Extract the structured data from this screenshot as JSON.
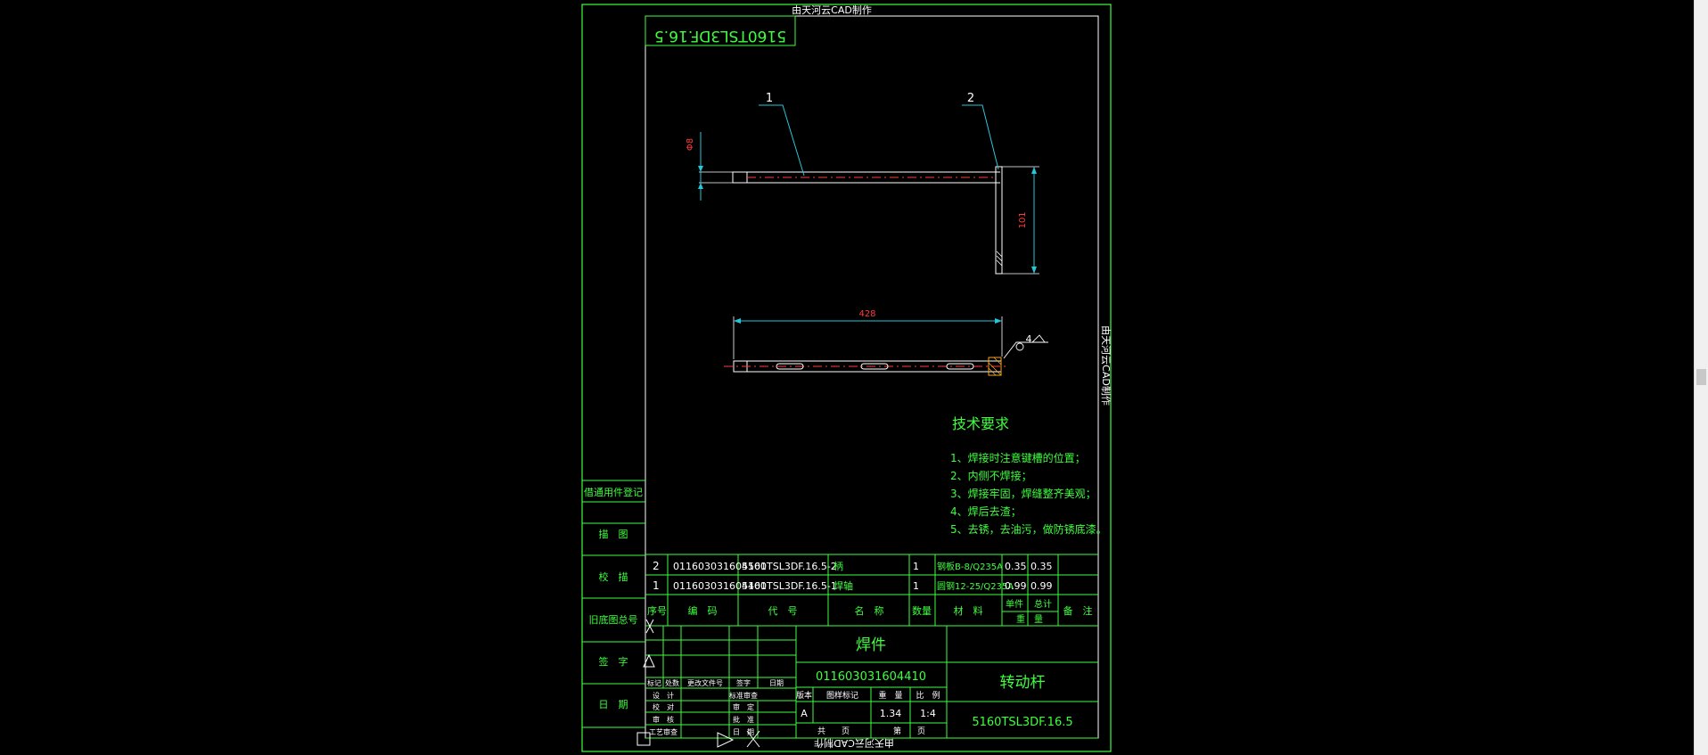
{
  "watermark": {
    "text": "由天河云CAD制作"
  },
  "drawing_code_mirrored": "5160TSL3DF.16.5",
  "leaders": [
    "1",
    "2"
  ],
  "dimensions": {
    "dia": "Φ8",
    "height": "101",
    "length": "428",
    "weld": "4"
  },
  "tech": {
    "title": "技术要求",
    "items": [
      "1、焊接时注意键槽的位置；",
      "2、内侧不焊接；",
      "3、焊接牢固，焊缝整齐美观；",
      "4、焊后去渣；",
      "5、去锈，去油污，做防锈底漆。"
    ]
  },
  "side_labels": {
    "use": "借通用件登记",
    "trace": "描　图",
    "check": "校　描",
    "old": "旧底图总号",
    "sign": "签　字",
    "date": "日　期"
  },
  "bom": {
    "rows": [
      {
        "no": "2",
        "code": "011603031604501",
        "drawing": "5160TSL3DF.16.5-2",
        "name": "柄",
        "qty": "1",
        "material": "钢板B-8/Q235A",
        "unit": "0.35",
        "total": "0.35"
      },
      {
        "no": "1",
        "code": "011603031604401",
        "drawing": "5160TSL3DF.16.5-1",
        "name": "焊轴",
        "qty": "1",
        "material": "圆钢12-25/Q235A",
        "unit": "0.99",
        "total": "0.99"
      }
    ],
    "headers": {
      "no": "序号",
      "code": "编　码",
      "drawing": "代　号",
      "name": "名　称",
      "qty": "数量",
      "material": "材　料",
      "unit": "单件",
      "total": "总计",
      "weight": "重　量",
      "note": "备　注"
    }
  },
  "title_block": {
    "part_type": "焊件",
    "part_code": "011603031604410",
    "part_name": "转动杆",
    "drawing_no": "5160TSL3DF.16.5",
    "row_labels": {
      "mark": "标记",
      "count": "处数",
      "change_doc": "更改文件号",
      "signature": "签字",
      "date": "日期"
    },
    "roles": {
      "design": "设　计",
      "std": "标准审查",
      "draw": "校　对",
      "review": "审　定",
      "approve": "审　核",
      "ratify": "批　准",
      "process": "工艺审查",
      "date2": "日　期"
    },
    "stage": {
      "label": "版本",
      "value": "A"
    },
    "mark_label": "图样标记",
    "weight": {
      "label": "重　量",
      "value": "1.34"
    },
    "scale": {
      "label": "比　例",
      "value": "1:4"
    },
    "sheets": {
      "total": "共　　页",
      "this": "第　　页"
    }
  }
}
